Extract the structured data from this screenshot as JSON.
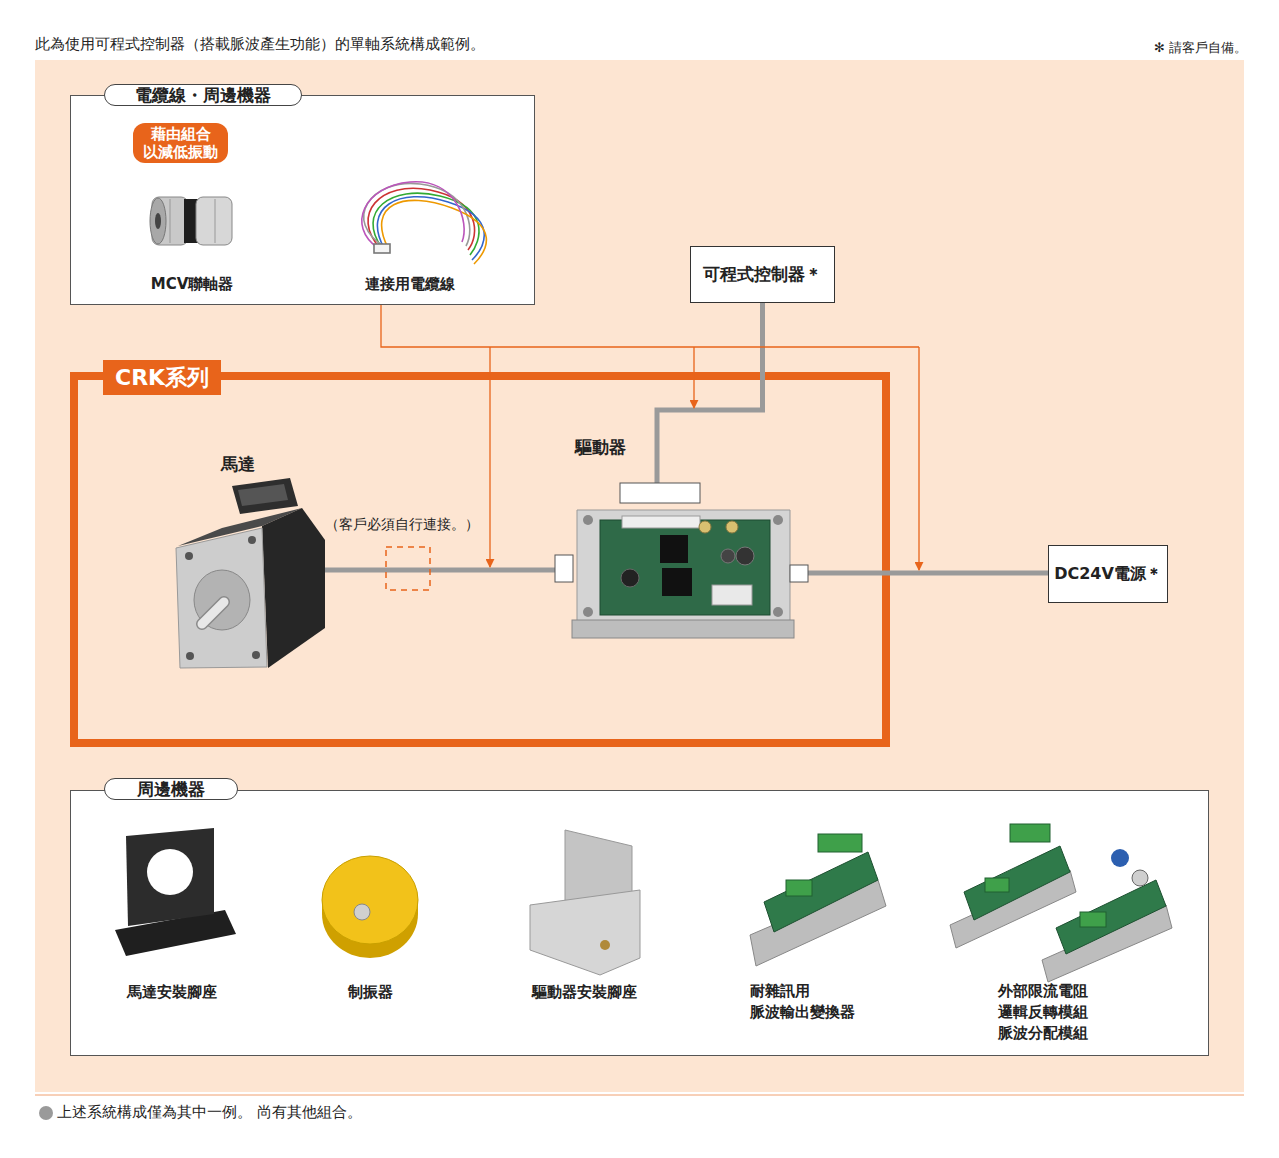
{
  "diagram": {
    "title": "此為使用可程式控制器（搭載脈波產生功能）的單軸系統構成範例。",
    "caption": "上述系統構成僅為其中一例。 尚有其他組合。",
    "nodes": [
      {
        "text": [
          "電纜線・周邊機器"
        ]
      },
      {
        "text": [
          "藉由組合 以減低振動"
        ],
        "in": 0
      },
      {
        "text": [
          "可程式控制器＊"
        ]
      },
      {
        "text": [
          "CRK系列"
        ]
      },
      {
        "text": [
          "馬達"
        ],
        "in": 3
      },
      {
        "text": [
          "驅動器"
        ],
        "in": 3
      },
      {
        "text": [
          "DC24V電源＊"
        ]
      },
      {
        "text": [
          "周邊機器"
        ]
      }
    ],
    "edges": [
      {
        "from": 2,
        "to": 5,
        "arrow": "none"
      },
      {
        "from": 4,
        "to": 5,
        "arrow": "none"
      },
      {
        "from": 5,
        "to": 6,
        "arrow": "none"
      }
    ],
    "labels": [
      "✻ 請客戶自備。",
      "MCV聯軸器",
      "連接用電纜線",
      "（客戶必須自行連接。）",
      "馬達安裝腳座",
      "制振器",
      "驅動器安裝腳座",
      "耐雜訊用 脈波輸出變換器",
      "外部限流電阻 邏輯反轉模組 脈波分配模組"
    ]
  }
}
